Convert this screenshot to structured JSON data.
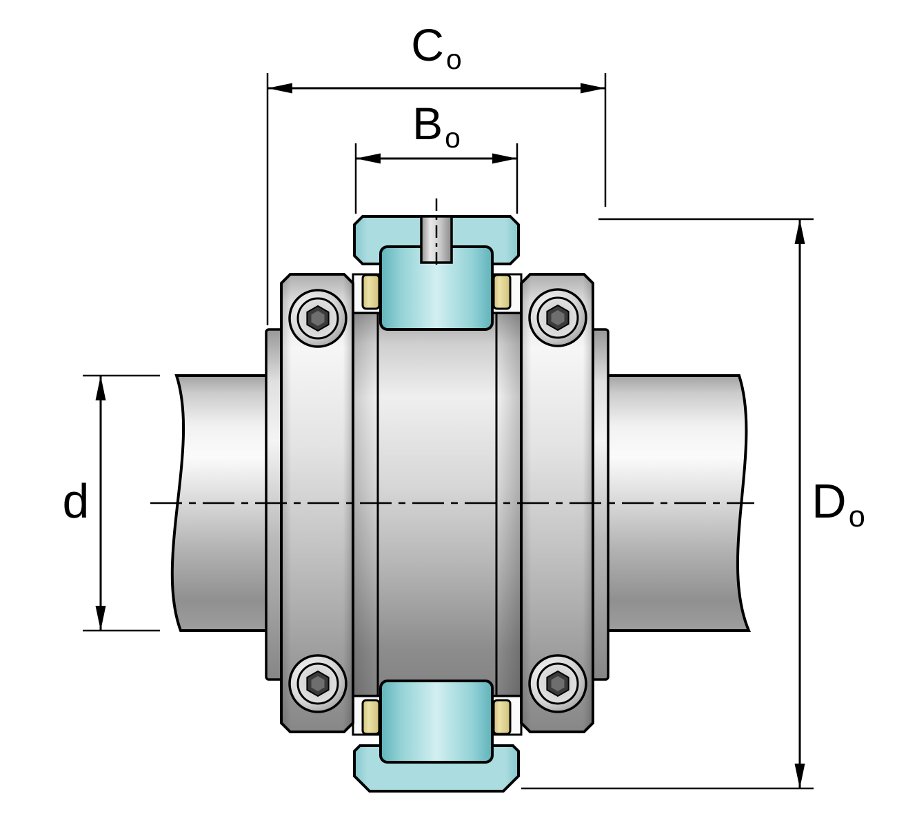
{
  "diagram": {
    "type": "technical-drawing",
    "subject": "bearing-unit-cross-section-on-shaft",
    "dimension_labels": {
      "co": {
        "letter": "C",
        "subscript": "o"
      },
      "bo": {
        "letter": "B",
        "subscript": "o"
      },
      "d": {
        "letter": "d",
        "subscript": ""
      },
      "do": {
        "letter": "D",
        "subscript": "o"
      }
    },
    "colors": {
      "outline": "#000000",
      "teal_light": "#abdce0",
      "teal_dark": "#5fb3ba",
      "brass": "#ece2a6",
      "metal_light": "#f6f6f6",
      "metal_dark": "#8c8c8c",
      "background": "#ffffff"
    }
  }
}
